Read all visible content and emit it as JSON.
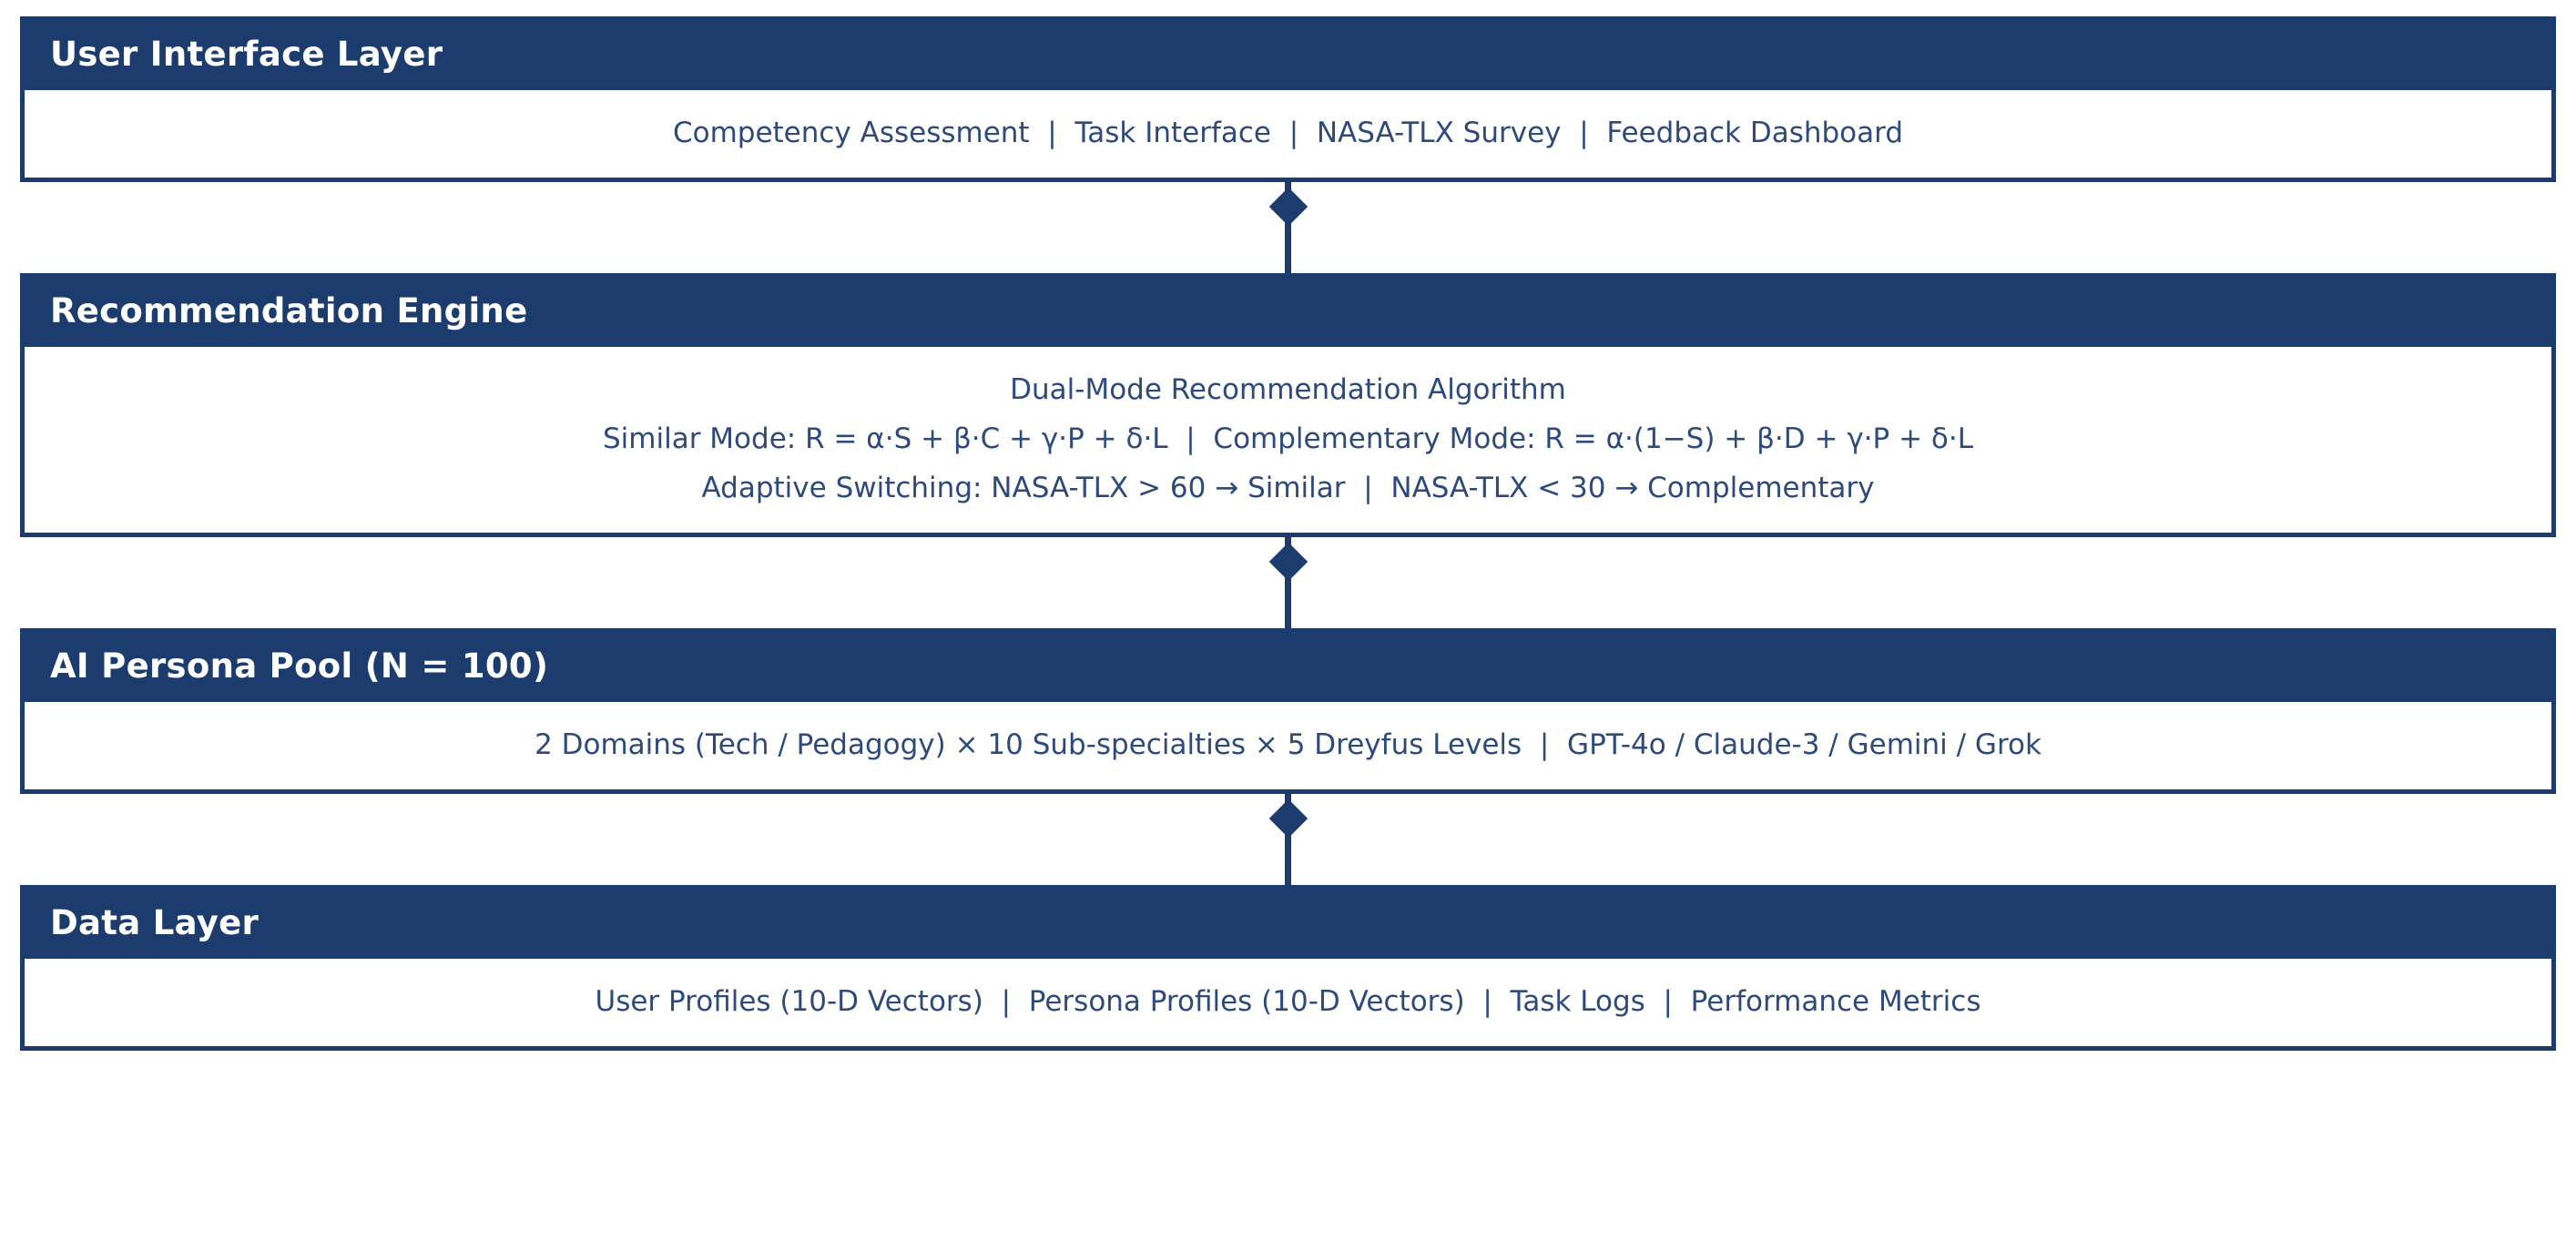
{
  "theme": {
    "navy": "#1d3c6e",
    "body_text": "#2e4a7d",
    "background": "#ffffff"
  },
  "diagram": {
    "type": "layered-architecture",
    "layers": [
      {
        "id": "user-interface-layer",
        "title": "User Interface Layer",
        "lines": [
          "Competency Assessment  |  Task Interface  |  NASA-TLX Survey  |  Feedback Dashboard"
        ]
      },
      {
        "id": "recommendation-engine",
        "title": "Recommendation Engine",
        "lines": [
          "Dual-Mode Recommendation Algorithm",
          "Similar Mode: R = α·S + β·C + γ·P + δ·L  |  Complementary Mode: R = α·(1−S) + β·D + γ·P + δ·L",
          "Adaptive Switching: NASA-TLX > 60 → Similar  |  NASA-TLX < 30 → Complementary"
        ]
      },
      {
        "id": "ai-persona-pool",
        "title": "AI Persona Pool (N = 100)",
        "lines": [
          "2 Domains (Tech / Pedagogy) × 10 Sub-specialties × 5 Dreyfus Levels  |  GPT-4o / Claude-3 / Gemini / Grok"
        ]
      },
      {
        "id": "data-layer",
        "title": "Data Layer",
        "lines": [
          "User Profiles (10-D Vectors)  |  Persona Profiles (10-D Vectors)  |  Task Logs  |  Performance Metrics"
        ]
      }
    ],
    "connectors": [
      {
        "from": "user-interface-layer",
        "to": "recommendation-engine",
        "marker": "diamond"
      },
      {
        "from": "recommendation-engine",
        "to": "ai-persona-pool",
        "marker": "diamond"
      },
      {
        "from": "ai-persona-pool",
        "to": "data-layer",
        "marker": "diamond"
      }
    ]
  }
}
